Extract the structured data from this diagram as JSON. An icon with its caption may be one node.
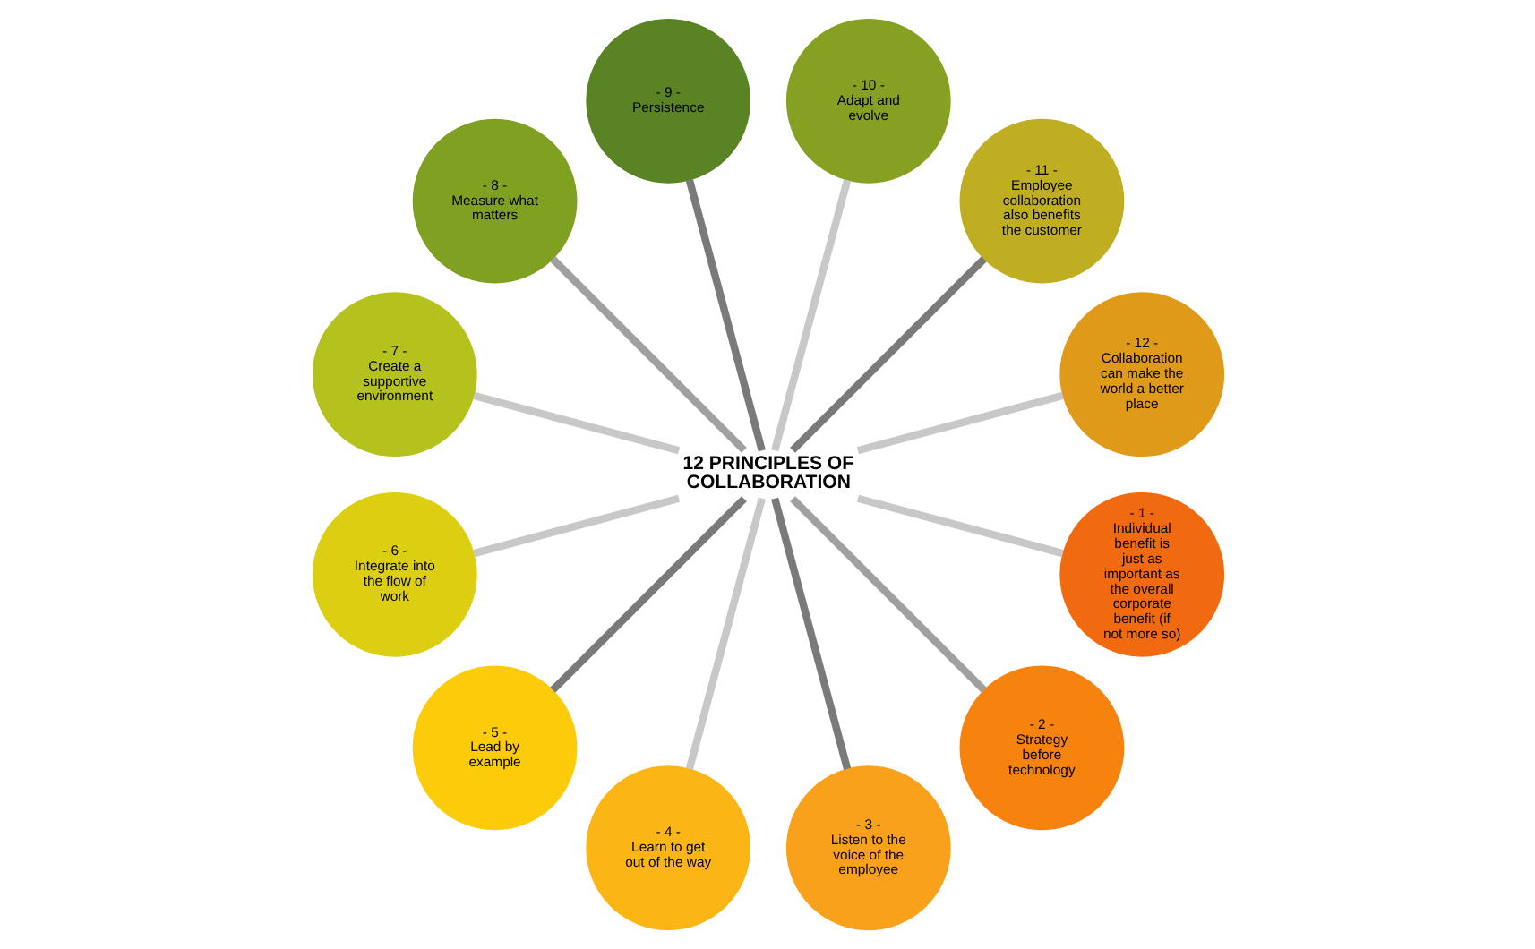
{
  "diagram": {
    "nodes": [
      {
        "text": [
          "12 PRINCIPLES OF COLLABORATION"
        ]
      },
      {
        "text": [
          "- 1 -",
          "Individual benefit is just as important as the overall corporate benefit (if not more so)"
        ]
      },
      {
        "text": [
          "- 2 -",
          "Strategy before technology"
        ]
      },
      {
        "text": [
          "- 3 -",
          "Listen to the voice of the employee"
        ]
      },
      {
        "text": [
          "- 4 -",
          "Learn to get out of the way"
        ]
      },
      {
        "text": [
          "- 5 -",
          "Lead by example"
        ]
      },
      {
        "text": [
          "- 6 -",
          "Integrate into the flow of work"
        ]
      },
      {
        "text": [
          "- 7 -",
          "Create a supportive environment"
        ]
      },
      {
        "text": [
          "- 8 -",
          "Measure what matters"
        ]
      },
      {
        "text": [
          "- 9 -",
          "Persistence"
        ]
      },
      {
        "text": [
          "- 10 -",
          "Adapt and evolve"
        ]
      },
      {
        "text": [
          "- 11 -",
          "Employee collaboration also benefits the customer"
        ]
      },
      {
        "text": [
          "- 12 -",
          "Collaboration can make the world a better place"
        ]
      }
    ],
    "edges": [
      {
        "from": 0,
        "to": 1,
        "arrow": "none"
      },
      {
        "from": 0,
        "to": 2,
        "arrow": "none",
        "color": "#a0a0a0"
      },
      {
        "from": 0,
        "to": 3,
        "arrow": "none",
        "color": "#7a7a7a"
      },
      {
        "from": 0,
        "to": 4,
        "arrow": "none"
      },
      {
        "from": 0,
        "to": 5,
        "arrow": "none",
        "color": "#7a7a7a"
      },
      {
        "from": 0,
        "to": 6,
        "arrow": "none"
      },
      {
        "from": 0,
        "to": 7,
        "arrow": "none"
      },
      {
        "from": 0,
        "to": 8,
        "arrow": "none",
        "color": "#a0a0a0"
      },
      {
        "from": 0,
        "to": 9,
        "arrow": "none",
        "color": "#7a7a7a"
      },
      {
        "from": 0,
        "to": 10,
        "arrow": "none"
      },
      {
        "from": 0,
        "to": 11,
        "arrow": "none",
        "color": "#7a7a7a"
      },
      {
        "from": 0,
        "to": 12,
        "arrow": "none"
      }
    ]
  }
}
